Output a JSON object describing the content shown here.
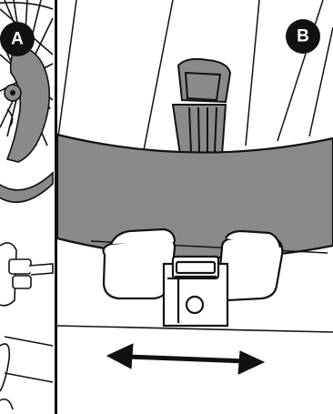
{
  "panels": [
    {
      "id": "A",
      "badge_label": "A"
    },
    {
      "id": "B",
      "badge_label": "B"
    }
  ],
  "colors": {
    "outline": "#111111",
    "gray_fill": "#8a8a8a",
    "dark_gray": "#767676",
    "badge_fill": "#111111",
    "background": "#ffffff"
  },
  "icons": {
    "adjust_arrow": "double-headed-horizontal-arrow"
  }
}
